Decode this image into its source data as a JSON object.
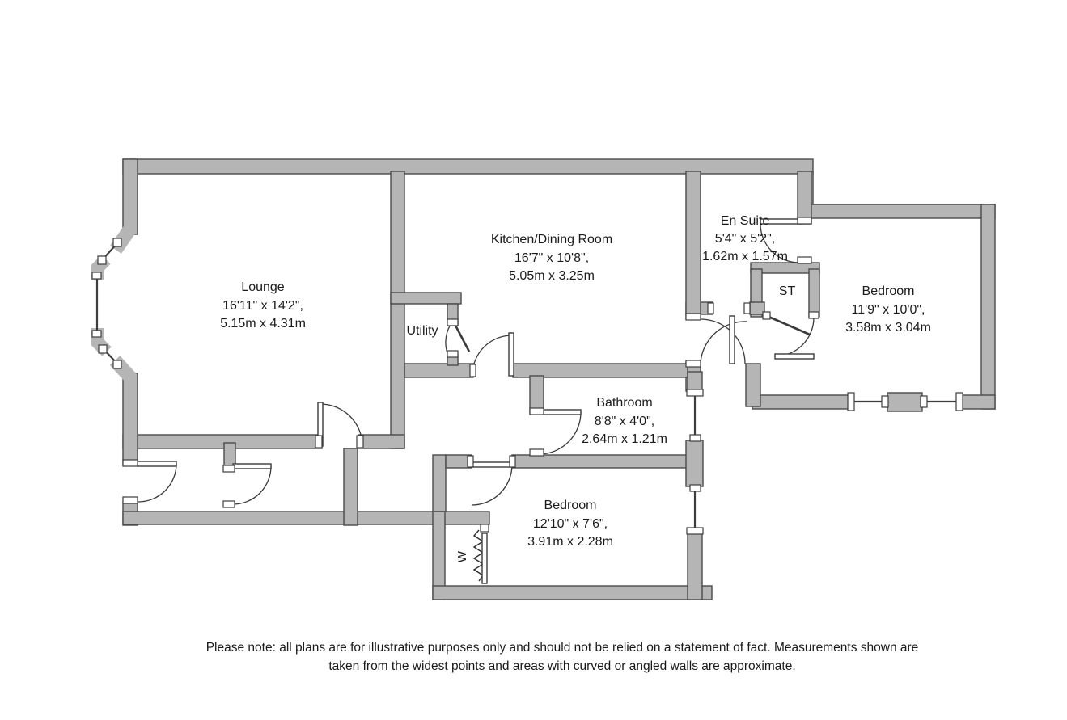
{
  "rooms": {
    "lounge": {
      "name": "Lounge",
      "imperial": "16'11\" x 14'2\",",
      "metric": "5.15m x 4.31m"
    },
    "kitchen": {
      "name": "Kitchen/Dining Room",
      "imperial": "16'7\" x 10'8\",",
      "metric": "5.05m x 3.25m"
    },
    "ensuite": {
      "name": "En Suite",
      "imperial": "5'4\" x 5'2\",",
      "metric": "1.62m x 1.57m"
    },
    "storage": {
      "name": "ST"
    },
    "bedroom1": {
      "name": "Bedroom",
      "imperial": "11'9\" x 10'0\",",
      "metric": "3.58m x 3.04m"
    },
    "utility": {
      "name": "Utility"
    },
    "bathroom": {
      "name": "Bathroom",
      "imperial": "8'8\" x 4'0\",",
      "metric": "2.64m x 1.21m"
    },
    "bedroom2": {
      "name": "Bedroom",
      "imperial": "12'10\" x 7'6\",",
      "metric": "3.91m x 2.28m"
    },
    "wardrobe": {
      "name": "W"
    }
  },
  "disclaimer": {
    "line1": "Please note: all plans are for illustrative purposes only and should not be relied on a statement of fact. Measurements shown are",
    "line2": "taken from the widest points and areas with curved or angled walls are approximate."
  },
  "colors": {
    "wall_fill": "#b5b5b5",
    "wall_outline": "#4a4a4a",
    "label_text": "#1b1b1b"
  }
}
